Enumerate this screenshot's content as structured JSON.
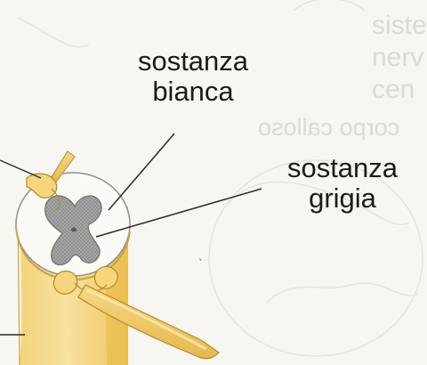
{
  "labels": {
    "white_matter": [
      "sostanza",
      "bianca"
    ],
    "gray_matter": [
      "sostanza",
      "grigia"
    ]
  },
  "show_through_text": {
    "right_column": [
      "siste",
      "nerv",
      "cen"
    ],
    "mirrored_label": "corpo calloso"
  },
  "colors": {
    "cord_yellow": "#f2cf6f",
    "cord_light": "#fbeab5",
    "gray_matter": "#9b9b9b",
    "label_text": "#1b1b1b",
    "leader_line": "#2a2a2a",
    "paper": "#f7f6f1"
  }
}
